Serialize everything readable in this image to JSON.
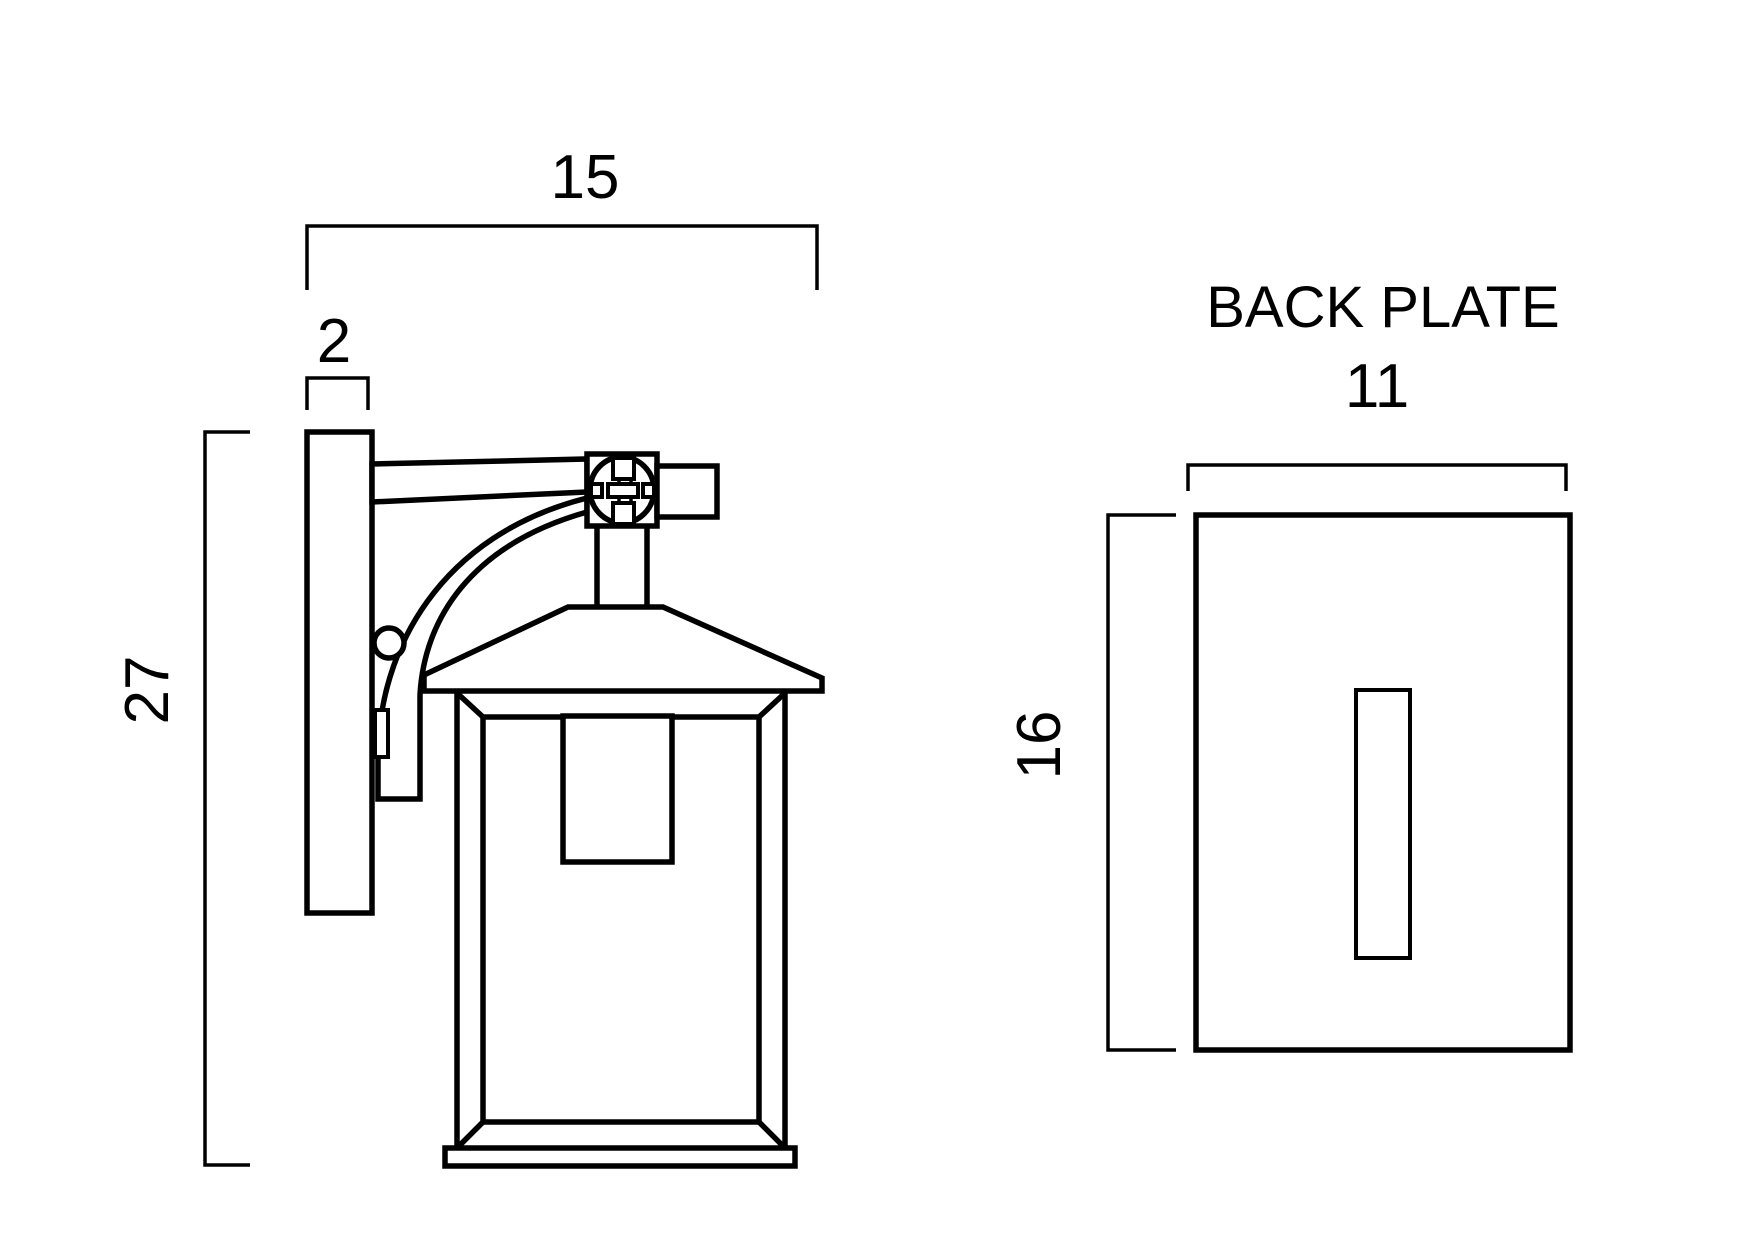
{
  "drawing": {
    "background_color": "#ffffff",
    "line_color": "#000000",
    "kind": "wall-lantern-fixture-spec"
  },
  "side_view": {
    "dim_overall_width": "15",
    "dim_plate_depth": "2",
    "dim_overall_height": "27"
  },
  "back_plate_view": {
    "title": "BACK PLATE",
    "dim_width": "11",
    "dim_height": "16"
  }
}
